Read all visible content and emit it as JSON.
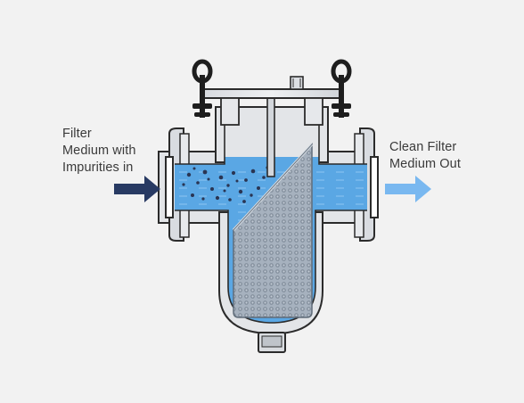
{
  "labels": {
    "inlet": [
      "Filter",
      "Medium with",
      "Impurities in"
    ],
    "outlet": [
      "Clean Filter",
      "Medium Out"
    ]
  },
  "colors": {
    "background": "#f2f2f2",
    "housing": "#e3e5e8",
    "housing_stroke": "#2b2b2b",
    "water": "#5aa7e4",
    "water_dark": "#3c8bd0",
    "inlet_arrow": "#283a63",
    "outlet_arrow": "#79b8f0",
    "screen": "#9aa6b4",
    "knob": "#1e1e1e"
  },
  "icons": {
    "inlet_arrow": "arrow-right-icon",
    "outlet_arrow": "arrow-right-icon"
  }
}
